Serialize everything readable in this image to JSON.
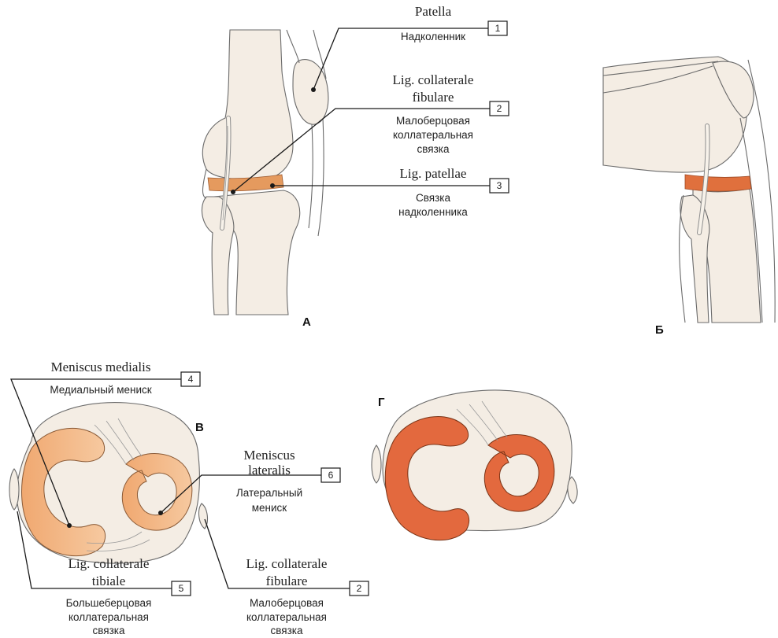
{
  "panels": {
    "a": "А",
    "b": "Б",
    "v": "В",
    "g": "Г"
  },
  "labels": {
    "l1": {
      "num": "1",
      "latin": [
        "Patella"
      ],
      "ru": [
        "Надколенник"
      ]
    },
    "l2": {
      "num": "2",
      "latin": [
        "Lig. collaterale",
        "fibulare"
      ],
      "ru": [
        "Малоберцовая",
        "коллатеральная",
        "связка"
      ]
    },
    "l3": {
      "num": "3",
      "latin": [
        "Lig. patellae"
      ],
      "ru": [
        "Связка",
        "надколенника"
      ]
    },
    "l4": {
      "num": "4",
      "latin": [
        "Meniscus medialis"
      ],
      "ru": [
        "Медиальный мениск"
      ]
    },
    "l5": {
      "num": "5",
      "latin": [
        "Lig. collaterale",
        "tibiale"
      ],
      "ru": [
        "Большеберцовая",
        "коллатеральная",
        "связка"
      ]
    },
    "l6": {
      "num": "6",
      "latin": [
        "Meniscus",
        "lateralis"
      ],
      "ru": [
        "Латеральный",
        "мениск"
      ]
    },
    "l2b": {
      "num": "2",
      "latin": [
        "Lig. collaterale",
        "fibulare"
      ],
      "ru": [
        "Малоберцовая",
        "коллатеральная",
        "связка"
      ]
    }
  },
  "colors": {
    "ligament_orange": "#e08a4f",
    "meniscus_light": "#f2b27e",
    "meniscus_dark": "#e2683f",
    "bone": "#f4ede4"
  }
}
